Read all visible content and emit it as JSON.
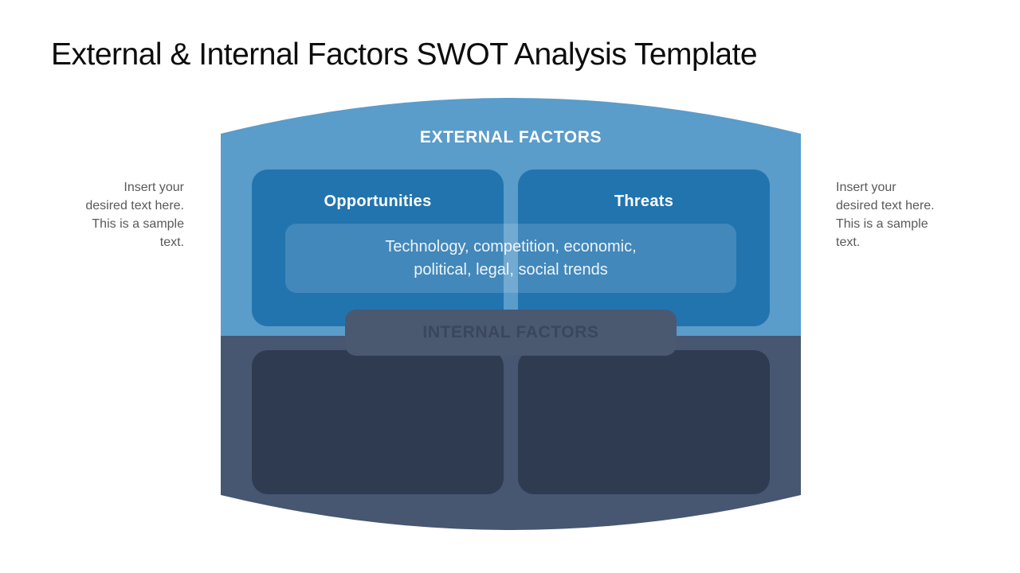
{
  "title": "External & Internal Factors SWOT Analysis Template",
  "side_notes": {
    "left_lines": [
      "Insert your",
      "desired text here.",
      "This is a sample",
      "text."
    ],
    "right_lines": [
      "Insert your",
      "desired text here.",
      "This is a sample",
      "text."
    ]
  },
  "diagram": {
    "external": {
      "header": "EXTERNAL FACTORS",
      "boxes": [
        {
          "label": "Opportunities"
        },
        {
          "label": "Threats"
        }
      ],
      "note_lines": [
        "Technology, competition, economic,",
        "political, legal, social trends"
      ]
    },
    "internal": {
      "header": "INTERNAL FACTORS",
      "boxes": [
        {
          "label": ""
        },
        {
          "label": ""
        }
      ]
    }
  },
  "colors": {
    "external_background": "#5A9CCA",
    "external_box": "#2274AE",
    "external_note_box": "#4589BD",
    "internal_background": "#475671",
    "internal_box": "#2F3B51",
    "internal_tab": "#4A5870",
    "internal_tab_text": "#3A465C",
    "side_text": "#595959",
    "title_text": "#0D0D0D",
    "canvas": "#FFFFFF"
  }
}
